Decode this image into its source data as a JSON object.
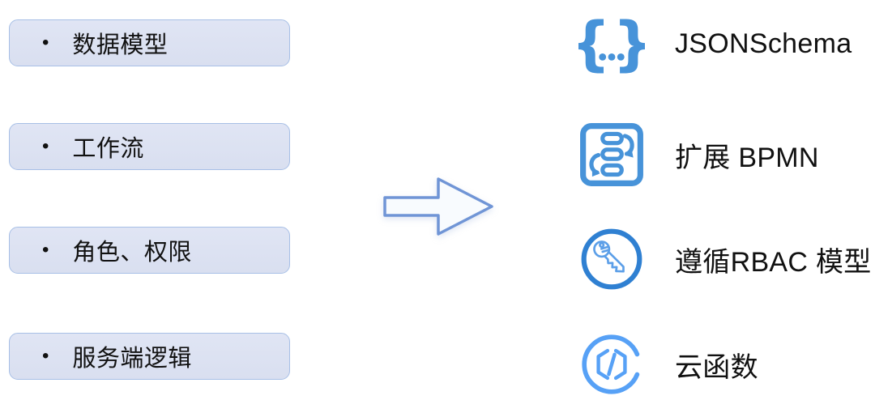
{
  "left_column": {
    "items": [
      {
        "bullet": "•",
        "label": "数据模型"
      },
      {
        "bullet": "•",
        "label": "工作流"
      },
      {
        "bullet": "•",
        "label": "角色、权限"
      },
      {
        "bullet": "•",
        "label": "服务端逻辑"
      }
    ]
  },
  "arrow": {
    "icon": "block-arrow-right-icon",
    "direction": "right"
  },
  "right_column": {
    "items": [
      {
        "icon": "json-braces-icon",
        "label": "JSONSchema"
      },
      {
        "icon": "bpmn-workflow-icon",
        "label": "扩展 BPMN"
      },
      {
        "icon": "rbac-key-icon",
        "label": "遵循RBAC 模型"
      },
      {
        "icon": "cloud-function-icon",
        "label": "云函数"
      }
    ]
  },
  "colors": {
    "background": "#ffffff",
    "box_fill": "#dce2f1",
    "box_border": "#a7bfe6",
    "icon_blue": "#4793d9",
    "key_circle_blue": "#2f80d2",
    "key_stroke_blue": "#5c9fe8",
    "cloud_icon_blue": "#57a1f6",
    "arrow_stroke": "#7095d6",
    "arrow_fill": "#f8fbfe",
    "text": "#111111"
  }
}
